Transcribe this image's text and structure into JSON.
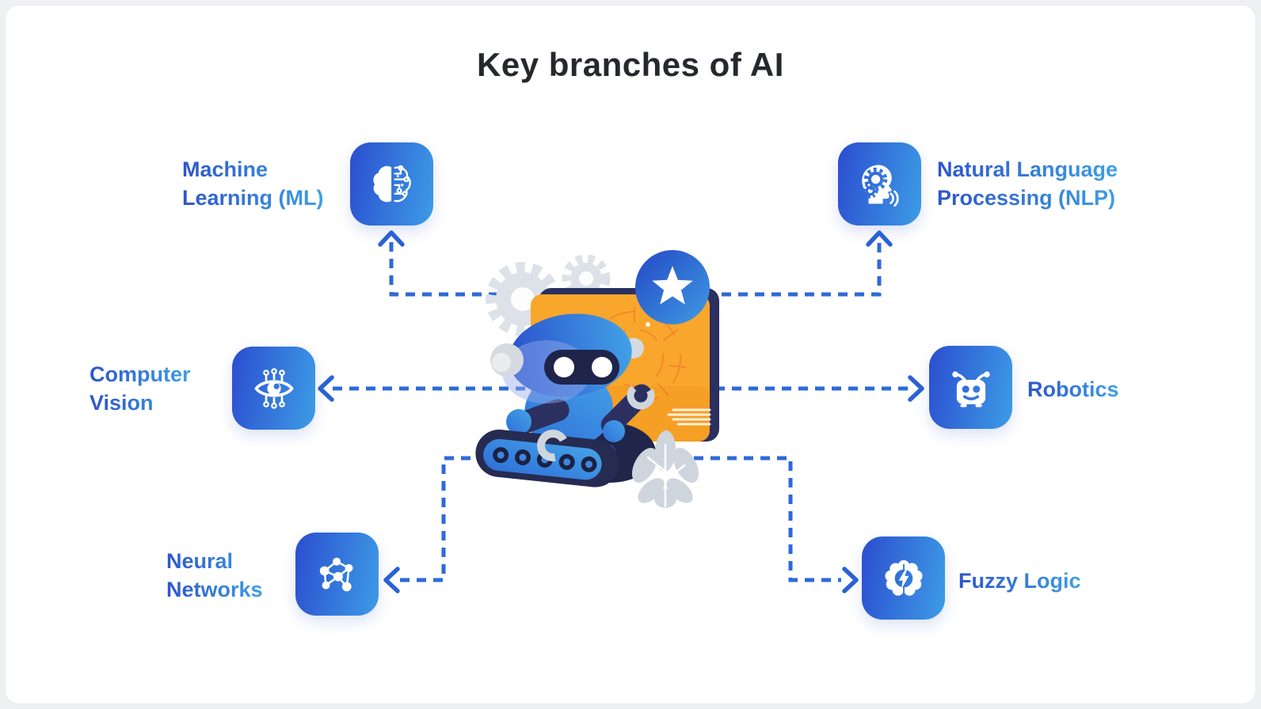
{
  "title": "Key branches of AI",
  "colors": {
    "canvas_bg": "#eef0f2",
    "card_bg": "#ffffff",
    "title_text": "#26282e",
    "tile_gradient_start": "#2b4ecf",
    "tile_gradient_end": "#3d9ce6",
    "label_gradient_start": "#2d55cb",
    "label_gradient_end": "#3fa0e3",
    "connector_blue": "#2d6ad8",
    "screen_orange": "#f9a62c",
    "illustration_navy": "#2b3060",
    "illustration_gray": "#dde1e8"
  },
  "branches": [
    {
      "id": "machine-learning",
      "label": "Machine Learning (ML)",
      "lines": [
        "Machine",
        "Learning (ML)"
      ],
      "icon": "brain-circuit-icon"
    },
    {
      "id": "nlp",
      "label": "Natural Language Processing (NLP)",
      "lines": [
        "Natural Language",
        "Processing (NLP)"
      ],
      "icon": "head-gear-speech-icon"
    },
    {
      "id": "computer-vision",
      "label": "Computer Vision",
      "lines": [
        "Computer",
        "Vision"
      ],
      "icon": "circuit-eye-icon"
    },
    {
      "id": "robotics",
      "label": "Robotics",
      "lines": [
        "Robotics"
      ],
      "icon": "robot-head-icon"
    },
    {
      "id": "neural-networks",
      "label": "Neural Networks",
      "lines": [
        "Neural",
        "Networks"
      ],
      "icon": "network-nodes-icon"
    },
    {
      "id": "fuzzy-logic",
      "label": "Fuzzy Logic",
      "lines": [
        "Fuzzy Logic"
      ],
      "icon": "brain-lightning-icon"
    }
  ],
  "illustration": {
    "alt": "Blue robot on tank tracks in front of an orange screen with a star badge, gears and a gray plant"
  }
}
